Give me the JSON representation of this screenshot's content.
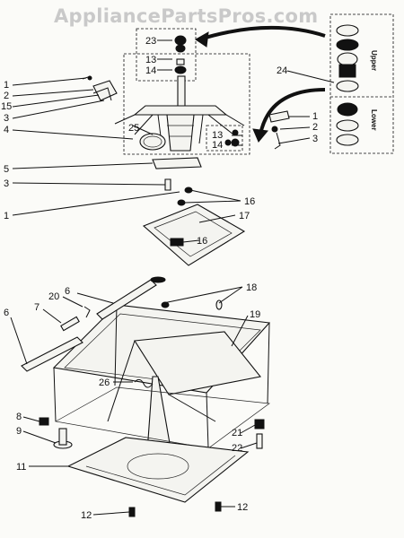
{
  "watermark": "AppliancePartsPros.com",
  "callouts": {
    "c1a": "1",
    "c2a": "2",
    "c15": "15",
    "c3a": "3",
    "c4": "4",
    "c25": "25",
    "c5": "5",
    "c3b": "3",
    "c1b": "1",
    "c23": "23",
    "c13a": "13",
    "c14a": "14",
    "c24": "24",
    "c13b": "13",
    "c14b": "14",
    "c1c": "1",
    "c2b": "2",
    "c3c": "3",
    "c16a": "16",
    "c17": "17",
    "c16b": "16",
    "c18": "18",
    "c6a": "6",
    "c20": "20",
    "c7": "7",
    "c6b": "6",
    "c19": "19",
    "c26": "26",
    "c8": "8",
    "c9": "9",
    "c11": "11",
    "c21": "21",
    "c22": "22",
    "c12a": "12",
    "c12b": "12"
  },
  "inset": {
    "upper": "Upper",
    "lower": "Lower"
  },
  "colors": {
    "ink": "#111111",
    "paper": "#fbfbf8",
    "watermark": "#c9c9c9"
  }
}
